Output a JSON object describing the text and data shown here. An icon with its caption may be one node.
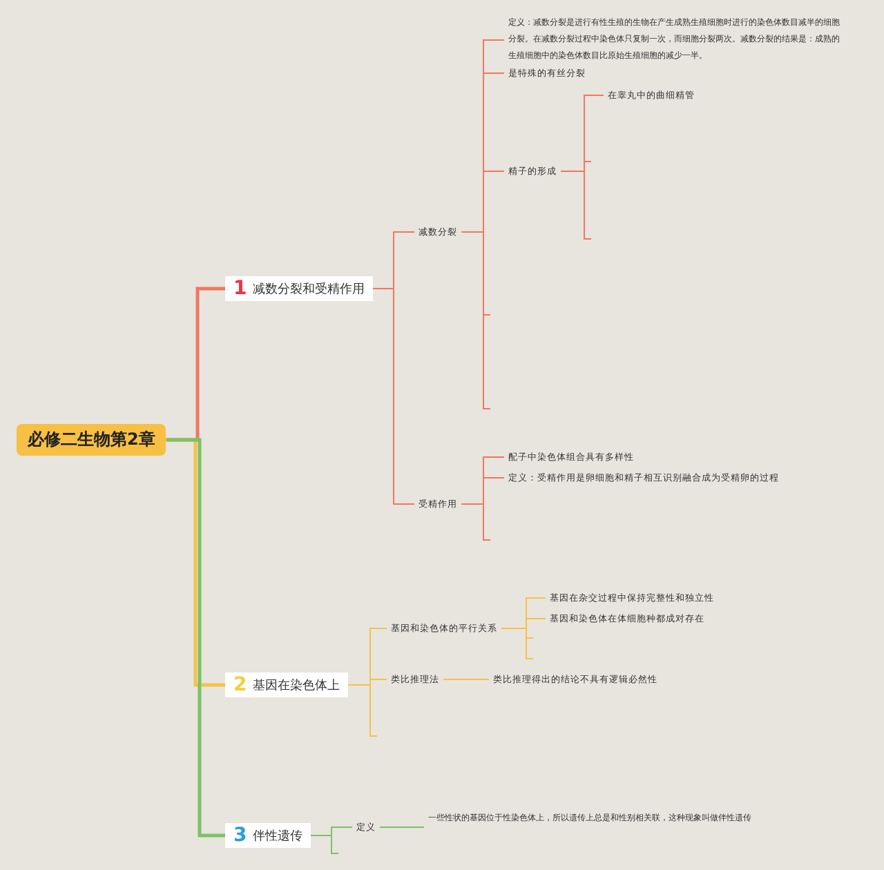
{
  "diagram": {
    "nodes": [
      {
        "text": [
          "必修二生物第2章"
        ]
      },
      {
        "text": [
          "1",
          "减数分裂和受精作用"
        ]
      },
      {
        "text": [
          "减数分裂"
        ]
      },
      {
        "text": [
          "定义：减数分裂是进行有性生殖的生物在产生成熟生殖细胞时进行的染色体数目减半的细胞分裂。在减数分裂过程中染色体只复制一次，而细胞分裂两次。减数分裂的结果是：成熟的生殖细胞中的染色体数目比原始生殖细胞的减少一半。"
        ]
      },
      {
        "text": [
          "是特殊的有丝分裂"
        ]
      },
      {
        "text": [
          "精子的形成"
        ]
      },
      {
        "text": [
          "在睾丸中的曲细精管"
        ]
      },
      {
        "text": [
          "受精作用"
        ]
      },
      {
        "text": [
          "配子中染色体组合具有多样性"
        ]
      },
      {
        "text": [
          "定义：受精作用是卵细胞和精子相互识别融合成为受精卵的过程"
        ]
      },
      {
        "text": [
          "2",
          "基因在染色体上"
        ]
      },
      {
        "text": [
          "基因和染色体的平行关系"
        ]
      },
      {
        "text": [
          "基因在杂交过程中保持完整性和独立性"
        ]
      },
      {
        "text": [
          "基因和染色体在体细胞种都成对存在"
        ]
      },
      {
        "text": [
          "类比推理法"
        ]
      },
      {
        "text": [
          "类比推理得出的结论不具有逻辑必然性"
        ]
      },
      {
        "text": [
          "3",
          "伴性遗传"
        ]
      },
      {
        "text": [
          "定义"
        ]
      },
      {
        "text": [
          "一些性状的基因位于性染色体上，所以遗传上总是和性别相关联，这种现象叫做伴性遗传"
        ]
      }
    ],
    "edges": [
      {
        "from": 0,
        "to": 1,
        "arrow": "none",
        "style": "thick"
      },
      {
        "from": 1,
        "to": 2,
        "arrow": "none"
      },
      {
        "from": 2,
        "to": 3,
        "arrow": "none"
      },
      {
        "from": 2,
        "to": 4,
        "arrow": "none"
      },
      {
        "from": 2,
        "to": 5,
        "arrow": "none"
      },
      {
        "from": 5,
        "to": 6,
        "arrow": "none"
      },
      {
        "from": 1,
        "to": 7,
        "arrow": "none"
      },
      {
        "from": 7,
        "to": 8,
        "arrow": "none"
      },
      {
        "from": 7,
        "to": 9,
        "arrow": "none"
      },
      {
        "from": 0,
        "to": 10,
        "arrow": "none",
        "style": "thick",
        "color": "#f3c24a"
      },
      {
        "from": 10,
        "to": 11,
        "arrow": "none",
        "color": "#f3c24a"
      },
      {
        "from": 11,
        "to": 12,
        "arrow": "none",
        "color": "#f3c24a"
      },
      {
        "from": 11,
        "to": 13,
        "arrow": "none",
        "color": "#f3c24a"
      },
      {
        "from": 10,
        "to": 14,
        "arrow": "none",
        "color": "#f3c24a"
      },
      {
        "from": 14,
        "to": 15,
        "arrow": "none",
        "color": "#f3c24a"
      },
      {
        "from": 0,
        "to": 16,
        "arrow": "none",
        "style": "thick",
        "color": "#7cc267"
      },
      {
        "from": 16,
        "to": 17,
        "arrow": "none",
        "color": "#7cc267"
      },
      {
        "from": 17,
        "to": 18,
        "arrow": "none",
        "color": "#7cc267"
      }
    ]
  }
}
